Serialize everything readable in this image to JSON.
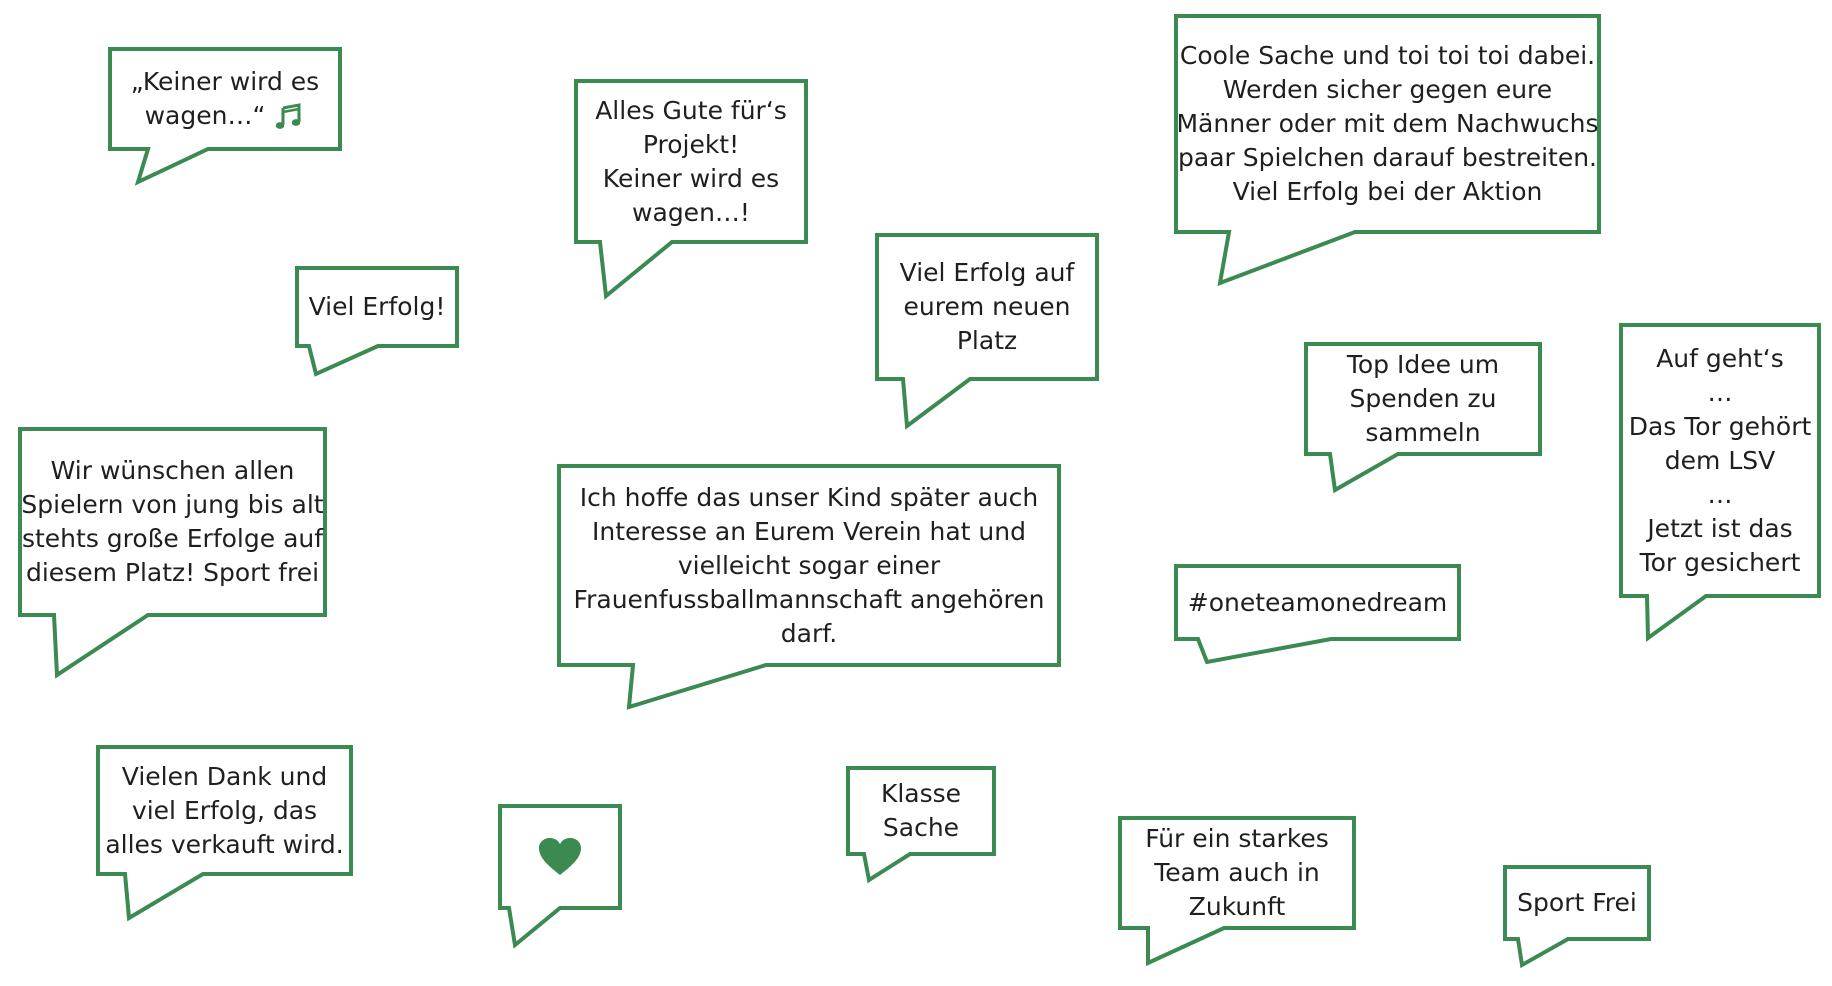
{
  "colors": {
    "border": "#3a8a52",
    "text": "#1f1f1f",
    "accent": "#3a8a52",
    "background": "#ffffff"
  },
  "bubbles": [
    {
      "id": "keiner",
      "lines": [
        "„Keiner wird es",
        "wagen…“"
      ],
      "icon": "music-notes-icon"
    },
    {
      "id": "viel-erfolg",
      "lines": [
        "Viel Erfolg!"
      ]
    },
    {
      "id": "wir-wuenschen",
      "lines": [
        "Wir wünschen allen",
        "Spielern von jung bis alt",
        "stehts große Erfolge auf",
        "diesem Platz! Sport frei"
      ]
    },
    {
      "id": "vielen-dank",
      "lines": [
        "Vielen Dank und",
        "viel Erfolg, das",
        "alles verkauft wird."
      ]
    },
    {
      "id": "alles-gute",
      "lines": [
        "Alles Gute für‘s",
        "Projekt!",
        "Keiner wird es",
        "wagen…!"
      ]
    },
    {
      "id": "ich-hoffe",
      "lines": [
        "Ich hoffe das unser Kind später auch",
        "Interesse an Eurem Verein hat und",
        "vielleicht sogar einer",
        "Frauenfussballmannschaft angehören",
        "darf."
      ]
    },
    {
      "id": "heart",
      "lines": [],
      "icon": "heart-icon"
    },
    {
      "id": "viel-erfolg-platz",
      "lines": [
        "Viel Erfolg auf",
        "eurem neuen",
        "Platz"
      ]
    },
    {
      "id": "klasse-sache",
      "lines": [
        "Klasse",
        "Sache"
      ]
    },
    {
      "id": "coole-sache",
      "lines": [
        "Coole Sache und toi toi toi dabei.",
        "Werden sicher gegen eure",
        "Männer oder mit dem Nachwuchs",
        "paar Spielchen darauf bestreiten.",
        "Viel Erfolg bei der Aktion"
      ]
    },
    {
      "id": "top-idee",
      "lines": [
        "Top Idee um",
        "Spenden zu",
        "sammeln"
      ]
    },
    {
      "id": "hashtag",
      "lines": [
        "#oneteamonedream"
      ]
    },
    {
      "id": "fuer-ein-starkes",
      "lines": [
        "Für ein starkes",
        "Team auch in",
        "Zukunft"
      ]
    },
    {
      "id": "auf-gehts",
      "lines": [
        "Auf geht‘s",
        "…",
        "Das Tor gehört",
        "dem LSV",
        "…",
        "Jetzt ist das",
        "Tor gesichert"
      ]
    },
    {
      "id": "sport-frei",
      "lines": [
        "Sport Frei"
      ]
    }
  ]
}
